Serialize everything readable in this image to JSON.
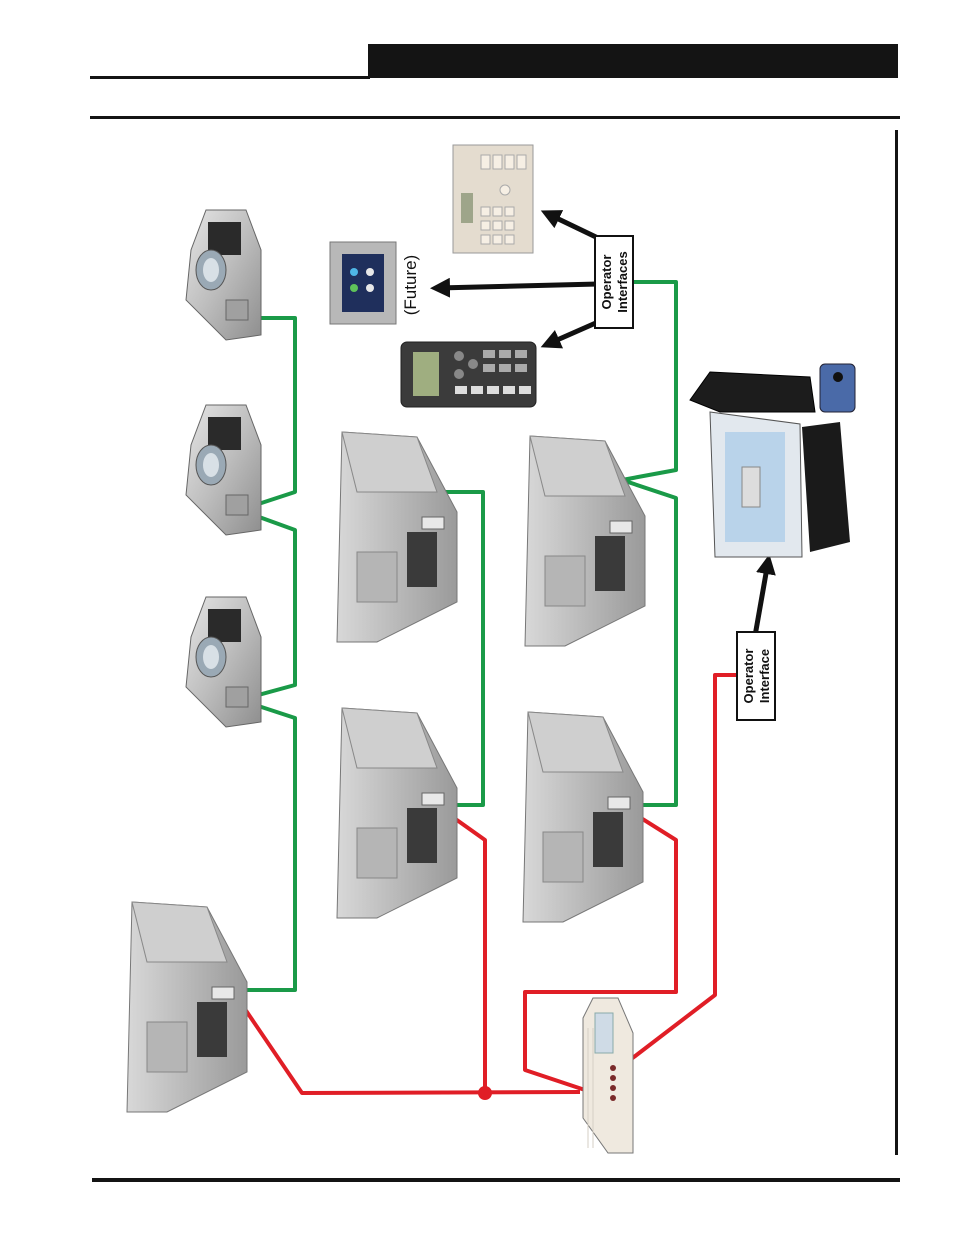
{
  "labels": {
    "operator_interfaces_line1": "Operator",
    "operator_interfaces_line2": "Interfaces",
    "operator_interface_line1": "Operator",
    "operator_interface_line2": "Interface",
    "future": "(Future)"
  },
  "colors": {
    "header": "#141414",
    "green_bus": "#1a9a48",
    "red_bus": "#e01e26",
    "arrow": "#111111"
  },
  "devices": {
    "terminal_units": [
      "vav-box-top",
      "vav-box-middle",
      "vav-box-bottom"
    ],
    "air_handlers": [
      "ahu-left",
      "ahu-center-upper",
      "ahu-center-lower",
      "ahu-right-upper",
      "ahu-right-lower"
    ],
    "controller": "minilink-controller",
    "operator_devices": [
      "system-manager",
      "touch-screen",
      "modular-service-tool",
      "computer"
    ]
  }
}
